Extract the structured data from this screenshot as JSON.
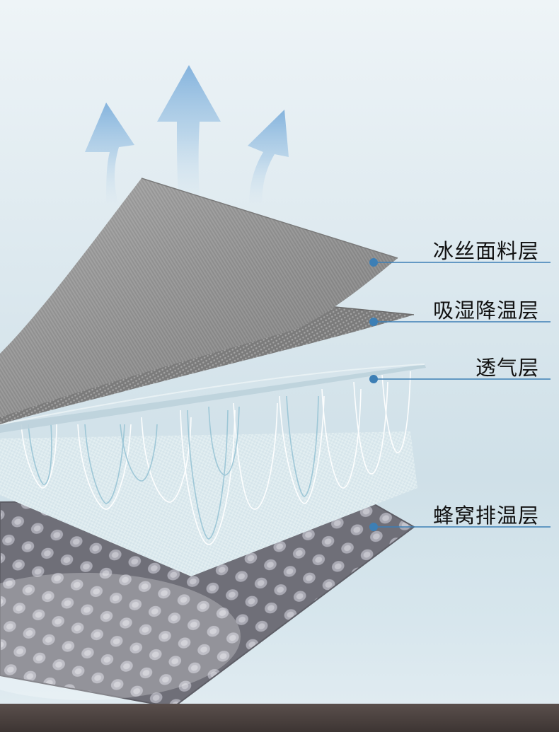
{
  "layers": [
    {
      "id": "ice-silk",
      "label": "冰丝面料层"
    },
    {
      "id": "moisture",
      "label": "吸湿降温层"
    },
    {
      "id": "breathable",
      "label": "透气层"
    },
    {
      "id": "honeycomb",
      "label": "蜂窝排温层"
    }
  ],
  "colors": {
    "leader_line": "#3d7fb5",
    "arrow": "#8fb9de",
    "top_layer": "#8c8c8c",
    "honeycomb": "#8e8e97"
  }
}
